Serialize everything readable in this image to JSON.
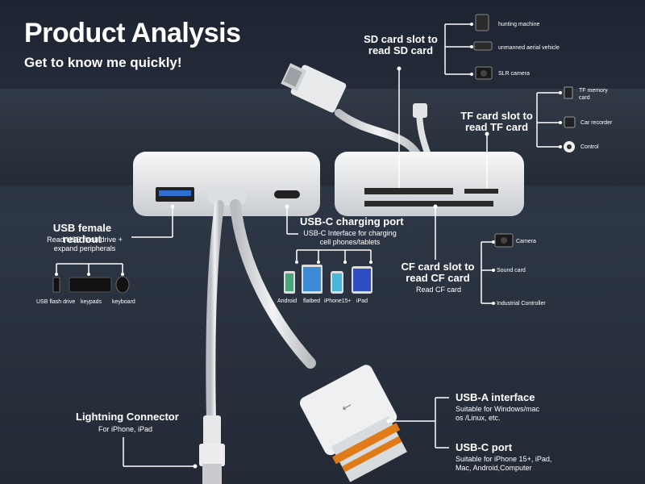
{
  "header": {
    "title": "Product Analysis",
    "subtitle": "Get to know me quickly!"
  },
  "sd_slot": {
    "label": "SD card slot to read SD card",
    "devices": [
      "hunting machine",
      "unmanned aerial vehicle",
      "SLR camera"
    ]
  },
  "tf_slot": {
    "label": "TF card slot to read TF card",
    "devices": [
      "TF memory card",
      "Car recorder",
      "Control"
    ]
  },
  "usb_female": {
    "label": "USB female readout",
    "desc": "Read USB flash drive + expand peripherals",
    "devices": [
      "USB flash drive",
      "keypads",
      "keyboard"
    ]
  },
  "usbc_charging": {
    "label": "USB-C charging port",
    "desc": "USB-C Interface for charging cell phones/tablets",
    "devices": [
      "Android",
      "flatbed",
      "iPhone15+",
      "iPad"
    ]
  },
  "cf_slot": {
    "label": "CF card slot to read CF card",
    "desc": "Read CF card",
    "devices": [
      "Camera",
      "Sound card",
      "Industrial Controller"
    ]
  },
  "lightning": {
    "label": "Lightning Connector",
    "desc": "For iPhone, iPad"
  },
  "usba": {
    "label": "USB-A interface",
    "desc": "Suitable for Windows/mac os /Linux, etc."
  },
  "usbc_port": {
    "label": "USB-C port",
    "desc": "Suitable for iPhone 15+, iPad, Mac, Android,Computer"
  },
  "colors": {
    "background": "#2a3240",
    "accent_orange": "#e07b1a",
    "device_white": "#eceef0"
  }
}
